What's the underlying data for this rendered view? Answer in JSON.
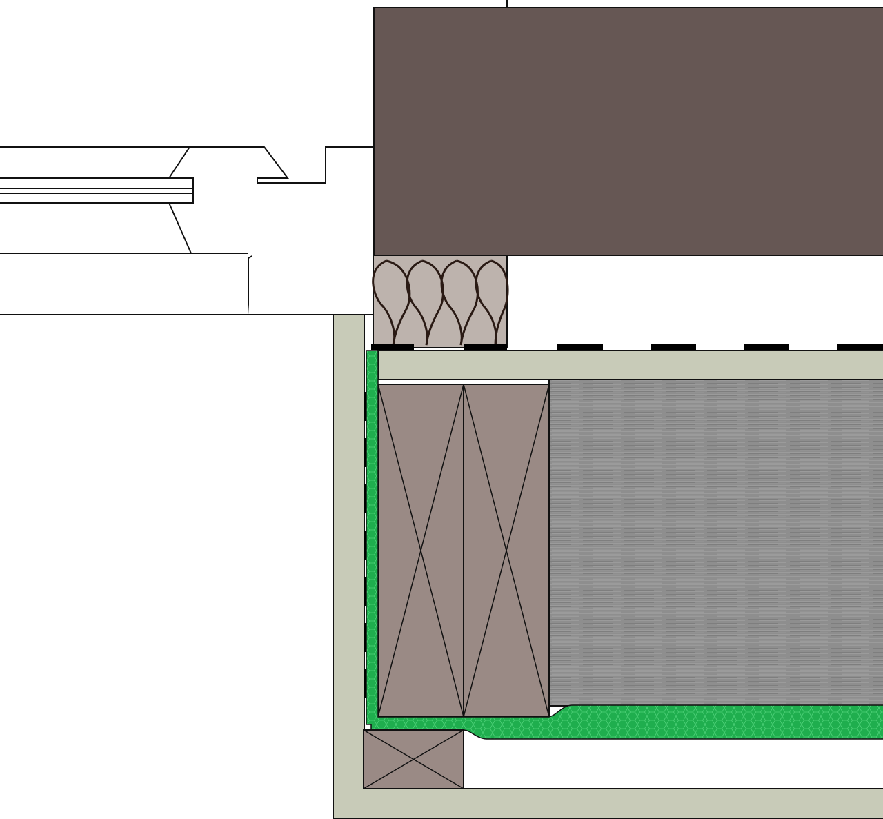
{
  "diagram": {
    "kind": "construction-section-detail",
    "labels": [],
    "materials": [
      {
        "id": "masonry-wall",
        "color": "#665754"
      },
      {
        "id": "compressible-insulation-batt",
        "color": "#bdb3ad"
      },
      {
        "id": "plaster-lining",
        "color": "#c8cbb8"
      },
      {
        "id": "timber-packer",
        "color": "#9a8a85"
      },
      {
        "id": "brushed-metal-panel",
        "color": "#8f8f8f"
      },
      {
        "id": "foam-sealant",
        "color": "#1fae4e"
      },
      {
        "id": "dpc-membrane",
        "color": "#000000"
      },
      {
        "id": "window-frame-profile",
        "color": "#ffffff"
      }
    ]
  }
}
